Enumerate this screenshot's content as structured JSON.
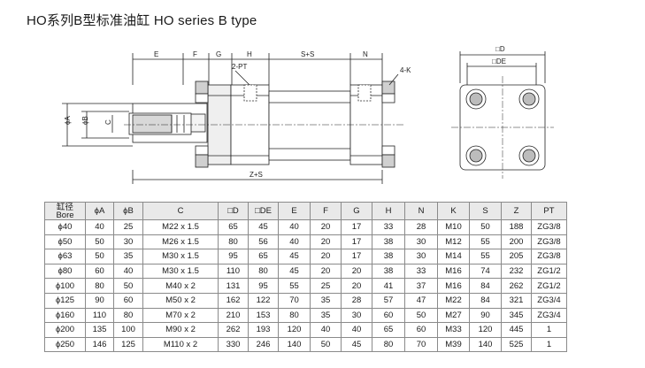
{
  "title": "HO系列B型标准油缸  HO series B type",
  "drawing": {
    "dims_top": [
      "E",
      "F",
      "G",
      "H",
      "S+S",
      "N"
    ],
    "port_label": "2-PT",
    "nut_label": "4-K",
    "side_dims": [
      "ϕA",
      "ϕB",
      "C"
    ],
    "bottom_dim": "Z+S",
    "end_view_dims": [
      "□D",
      "□DE"
    ]
  },
  "table": {
    "headers": [
      {
        "top": "缸径",
        "bottom": "Bore"
      },
      {
        "top": "ϕA"
      },
      {
        "top": "ϕB"
      },
      {
        "top": "C"
      },
      {
        "top": "□D"
      },
      {
        "top": "□DE"
      },
      {
        "top": "E"
      },
      {
        "top": "F"
      },
      {
        "top": "G"
      },
      {
        "top": "H"
      },
      {
        "top": "N"
      },
      {
        "top": "K"
      },
      {
        "top": "S"
      },
      {
        "top": "Z"
      },
      {
        "top": "PT"
      }
    ],
    "rows": [
      [
        "ϕ40",
        "40",
        "25",
        "M22 x 1.5",
        "65",
        "45",
        "40",
        "20",
        "17",
        "33",
        "28",
        "M10",
        "50",
        "188",
        "ZG3/8"
      ],
      [
        "ϕ50",
        "50",
        "30",
        "M26 x 1.5",
        "80",
        "56",
        "40",
        "20",
        "17",
        "38",
        "30",
        "M12",
        "55",
        "200",
        "ZG3/8"
      ],
      [
        "ϕ63",
        "50",
        "35",
        "M30 x 1.5",
        "95",
        "65",
        "45",
        "20",
        "17",
        "38",
        "30",
        "M14",
        "55",
        "205",
        "ZG3/8"
      ],
      [
        "ϕ80",
        "60",
        "40",
        "M30 x 1.5",
        "110",
        "80",
        "45",
        "20",
        "20",
        "38",
        "33",
        "M16",
        "74",
        "232",
        "ZG1/2"
      ],
      [
        "ϕ100",
        "80",
        "50",
        "M40 x 2",
        "131",
        "95",
        "55",
        "25",
        "20",
        "41",
        "37",
        "M16",
        "84",
        "262",
        "ZG1/2"
      ],
      [
        "ϕ125",
        "90",
        "60",
        "M50 x 2",
        "162",
        "122",
        "70",
        "35",
        "28",
        "57",
        "47",
        "M22",
        "84",
        "321",
        "ZG3/4"
      ],
      [
        "ϕ160",
        "110",
        "80",
        "M70 x 2",
        "210",
        "153",
        "80",
        "35",
        "30",
        "60",
        "50",
        "M27",
        "90",
        "345",
        "ZG3/4"
      ],
      [
        "ϕ200",
        "135",
        "100",
        "M90 x 2",
        "262",
        "193",
        "120",
        "40",
        "40",
        "65",
        "60",
        "M33",
        "120",
        "445",
        "1"
      ],
      [
        "ϕ250",
        "146",
        "125",
        "M110 x 2",
        "330",
        "246",
        "140",
        "50",
        "45",
        "80",
        "70",
        "M39",
        "140",
        "525",
        "1"
      ]
    ]
  }
}
